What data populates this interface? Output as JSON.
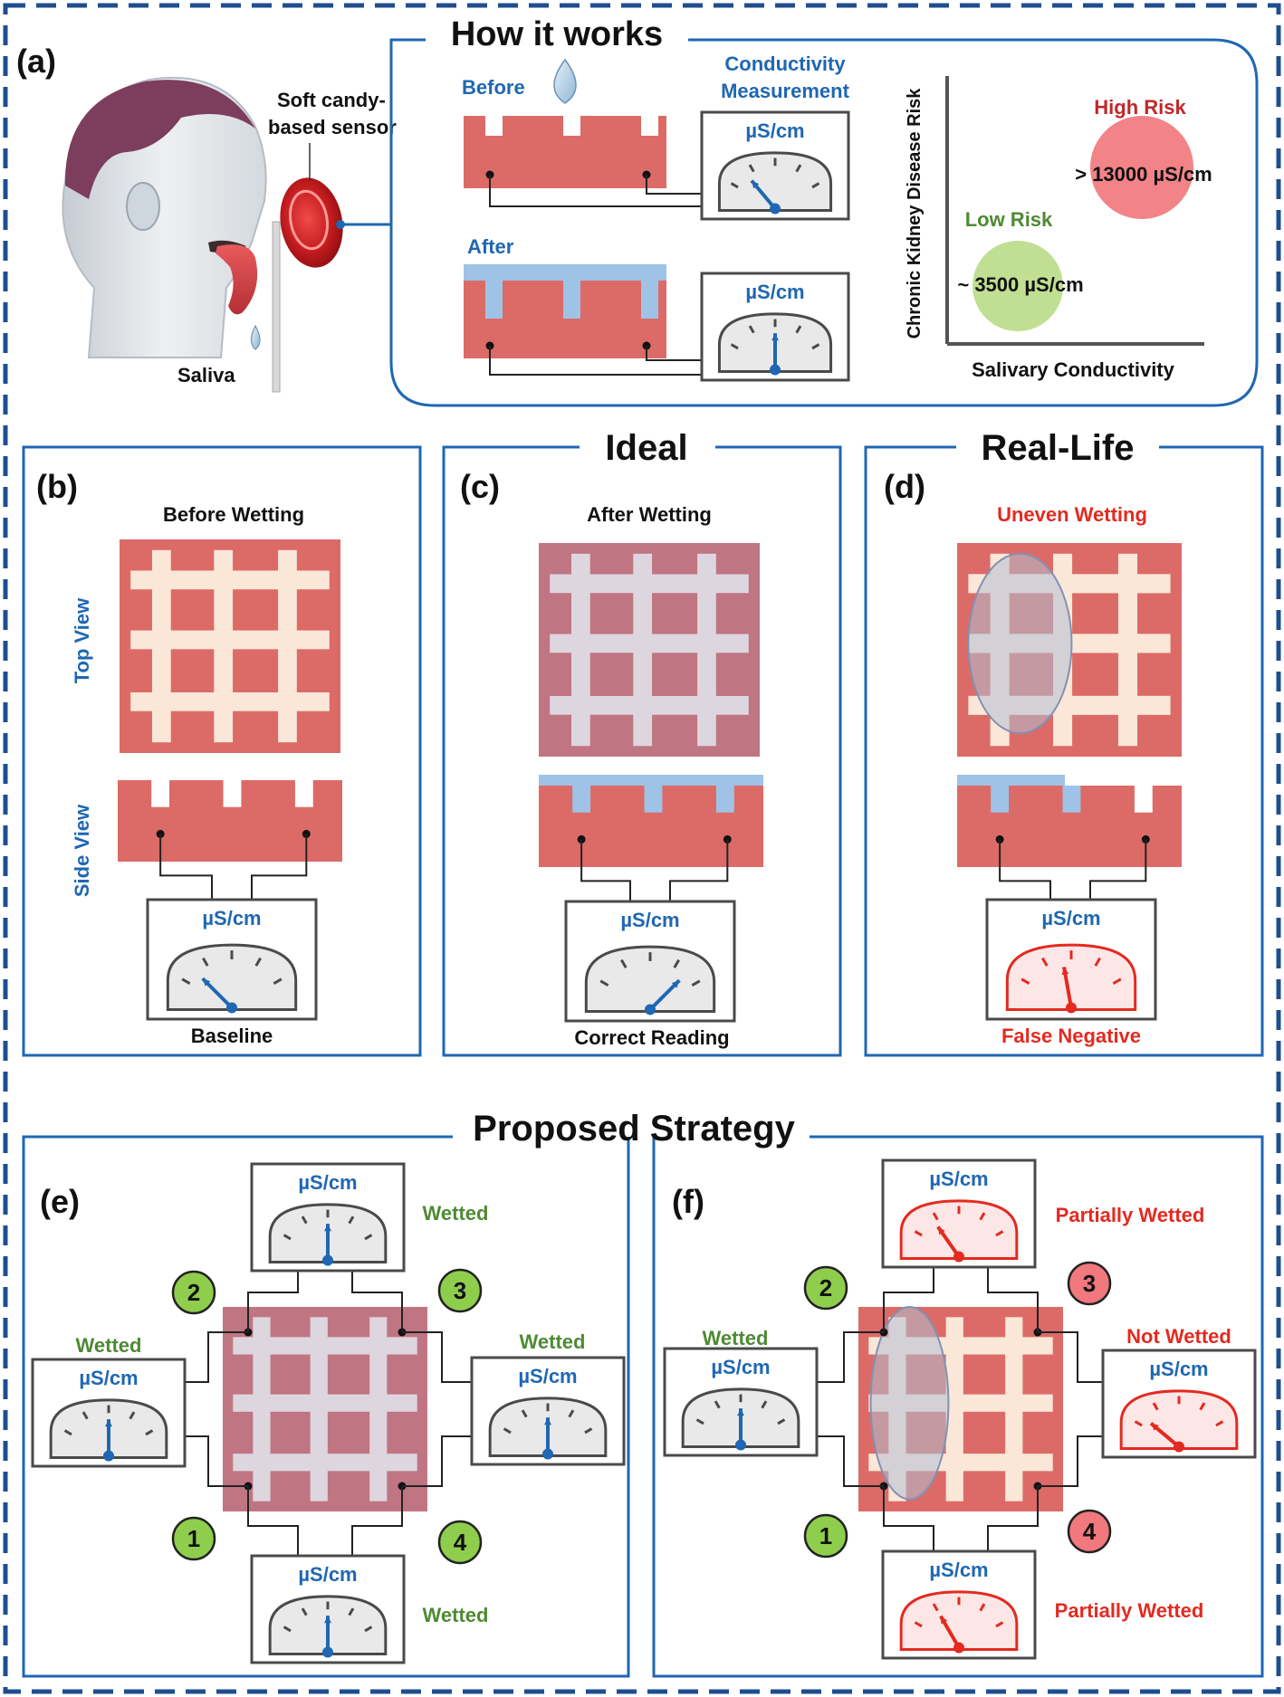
{
  "colors": {
    "blue": "#1f67b3",
    "red_block": "#dc6b67",
    "wet_block": "#c07582",
    "grid_dry": "#fbe7d7",
    "grid_wet": "#ddd6de",
    "saliva": "#9ec3e6",
    "green_label": "#4e8a34",
    "green_circle": "#8fce4d",
    "pink_circle": "#f1787d",
    "red_text": "#e32a20",
    "meter_face": "#e9e9e9",
    "meter_face_red": "#fde6e6",
    "frame": "#4a4a4a",
    "oval": "#b3bfd3",
    "head_skin": "#e2e6ea",
    "hair": "#7d3d5c"
  },
  "icons": [
    "human-head-icon",
    "lollipop-sensor-icon",
    "water-drop-icon",
    "conductivity-meter-icon",
    "number-badge-icon"
  ],
  "panel_a": {
    "label": "(a)",
    "sensor_label": [
      "Soft candy-",
      "based sensor"
    ],
    "saliva_label": "Saliva",
    "how_title": "How it works",
    "before_label": "Before",
    "after_label": "After",
    "conductivity_title": [
      "Conductivity",
      "Measurement"
    ],
    "unit": "µS/cm",
    "risk_chart": {
      "ylabel": "Chronic Kidney Disease Risk",
      "xlabel": "Salivary Conductivity",
      "high_risk": "High Risk",
      "high_value": "> 13000 µS/cm",
      "low_risk": "Low Risk",
      "low_value": "~ 3500 µS/cm"
    }
  },
  "section_titles": {
    "ideal": "Ideal",
    "real_life": "Real-Life",
    "proposed": "Proposed Strategy"
  },
  "panel_b": {
    "label": "(b)",
    "title": "Before Wetting",
    "top_view": "Top View",
    "side_view": "Side View",
    "unit": "µS/cm",
    "caption": "Baseline"
  },
  "panel_c": {
    "label": "(c)",
    "title": "After Wetting",
    "unit": "µS/cm",
    "caption": "Correct Reading"
  },
  "panel_d": {
    "label": "(d)",
    "title": "Uneven Wetting",
    "unit": "µS/cm",
    "caption": "False Negative"
  },
  "panel_e": {
    "label": "(e)",
    "unit": "µS/cm",
    "badges": [
      "1",
      "2",
      "3",
      "4"
    ],
    "status": {
      "top": "Wetted",
      "left": "Wetted",
      "right": "Wetted",
      "bottom": "Wetted"
    }
  },
  "panel_f": {
    "label": "(f)",
    "unit": "µS/cm",
    "badges": [
      "1",
      "2",
      "3",
      "4"
    ],
    "status": {
      "top": "Partially Wetted",
      "left": "Wetted",
      "right": "Not Wetted",
      "bottom": "Partially Wetted"
    }
  }
}
